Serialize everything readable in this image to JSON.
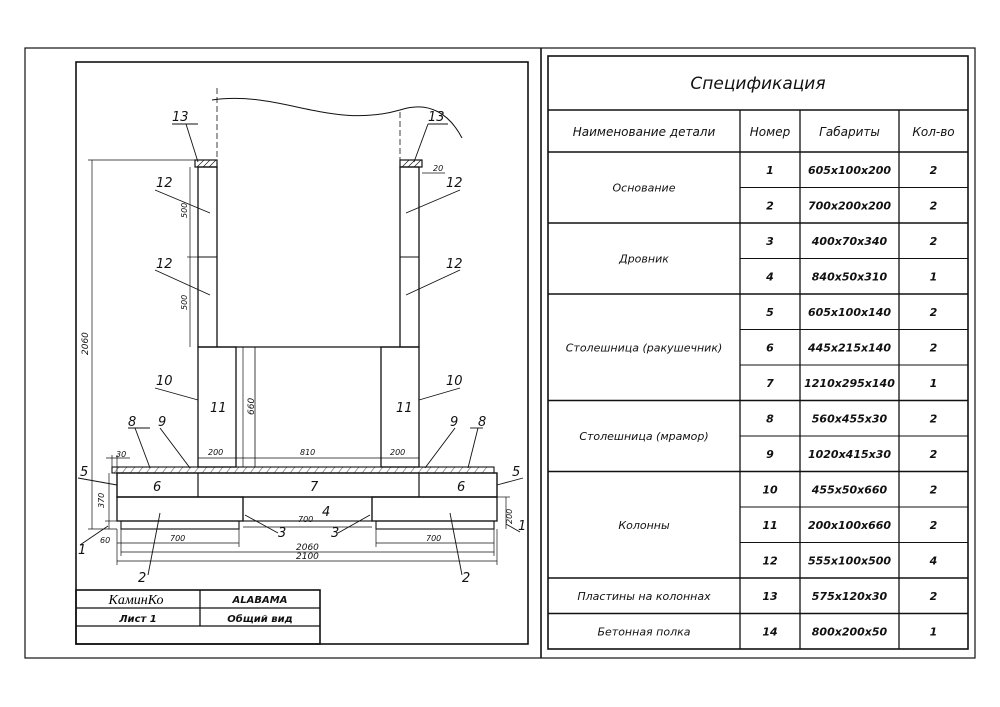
{
  "spec": {
    "title": "Спецификация",
    "headers": {
      "name": "Наименование детали",
      "num": "Номер",
      "dims": "Габариты",
      "qty": "Кол-во"
    },
    "groups": [
      {
        "name": "Основание",
        "rows": [
          {
            "num": "1",
            "dims": "605x100x200",
            "qty": "2"
          },
          {
            "num": "2",
            "dims": "700x200x200",
            "qty": "2"
          }
        ]
      },
      {
        "name": "Дровник",
        "rows": [
          {
            "num": "3",
            "dims": "400x70x340",
            "qty": "2"
          },
          {
            "num": "4",
            "dims": "840x50x310",
            "qty": "1"
          }
        ]
      },
      {
        "name": "Столешница (ракушечник)",
        "rows": [
          {
            "num": "5",
            "dims": "605x100x140",
            "qty": "2"
          },
          {
            "num": "6",
            "dims": "445x215x140",
            "qty": "2"
          },
          {
            "num": "7",
            "dims": "1210x295x140",
            "qty": "1"
          }
        ]
      },
      {
        "name": "Столешница (мрамор)",
        "rows": [
          {
            "num": "8",
            "dims": "560x455x30",
            "qty": "2"
          },
          {
            "num": "9",
            "dims": "1020x415x30",
            "qty": "2"
          }
        ]
      },
      {
        "name": "Колонны",
        "rows": [
          {
            "num": "10",
            "dims": "455x50x660",
            "qty": "2"
          },
          {
            "num": "11",
            "dims": "200x100x660",
            "qty": "2"
          },
          {
            "num": "12",
            "dims": "555x100x500",
            "qty": "4"
          }
        ]
      },
      {
        "name": "Пластины на колоннах",
        "rows": [
          {
            "num": "13",
            "dims": "575x120x30",
            "qty": "2"
          }
        ]
      },
      {
        "name": "Бетонная полка",
        "rows": [
          {
            "num": "14",
            "dims": "800x200x50",
            "qty": "1"
          }
        ]
      }
    ]
  },
  "title_block": {
    "company": "КаминКо",
    "project": "ALABAMA",
    "sheet": "Лист 1",
    "view": "Общий вид"
  },
  "drawing": {
    "callouts": {
      "c1": "1",
      "c2": "2",
      "c3": "3",
      "c4": "4",
      "c5": "5",
      "c6": "6",
      "c7": "7",
      "c8": "8",
      "c9": "9",
      "c10": "10",
      "c11": "11",
      "c12": "12",
      "c13": "13"
    },
    "dims": {
      "d2060v": "2060",
      "d500": "500",
      "d660": "660",
      "d20": "20",
      "d30": "30",
      "d200": "200",
      "d810": "810",
      "d370": "370",
      "d60": "60",
      "d700": "700",
      "d2060h": "2060",
      "d2100": "2100"
    }
  }
}
